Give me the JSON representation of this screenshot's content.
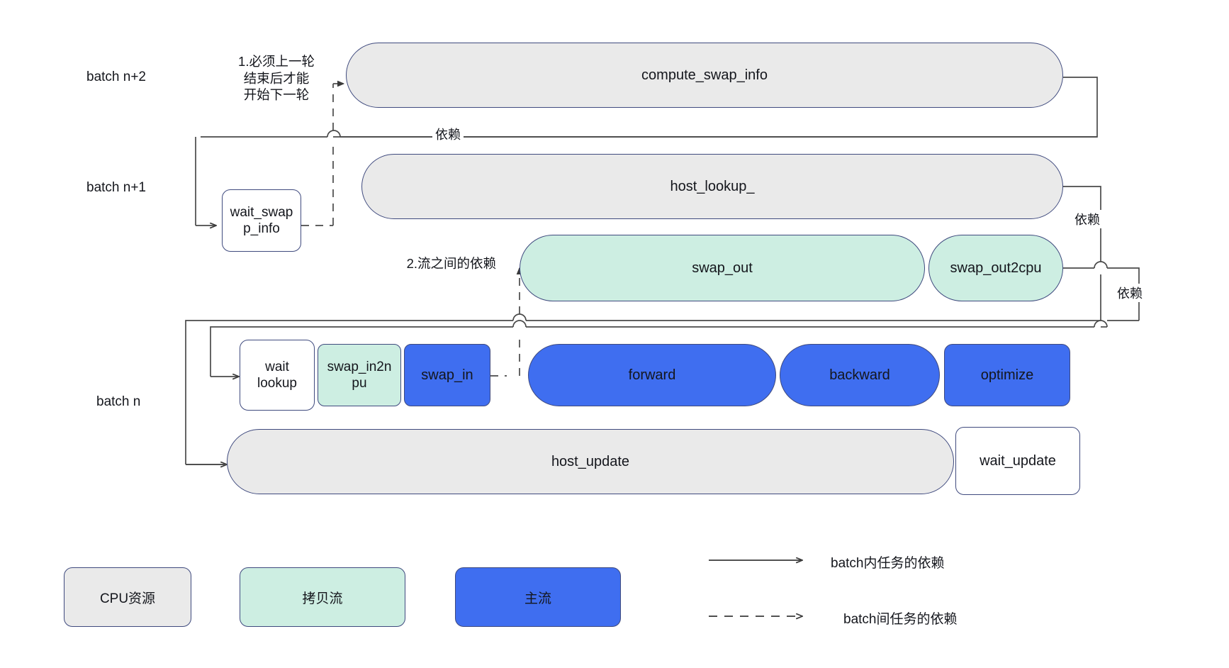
{
  "diagram": {
    "title": "batch pipeline swap scheduling diagram",
    "colors": {
      "cpu_fill": "#eaeaea",
      "copy_fill": "#cdeee2",
      "main_fill": "#3f6ef0",
      "white_fill": "#ffffff",
      "stroke": "#3f4a7e",
      "wire": "#4a4a4a",
      "text": "#14161c"
    }
  },
  "row_labels": [
    {
      "id": "batch-n-plus-2",
      "text": "batch n+2"
    },
    {
      "id": "batch-n-plus-1",
      "text": "batch n+1"
    },
    {
      "id": "batch-n",
      "text": "batch n"
    }
  ],
  "annotations": [
    {
      "id": "anno-1",
      "text": "1.必须上一轮\n结束后才能\n开始下一轮"
    },
    {
      "id": "anno-2",
      "text": "2.流之间的依赖"
    }
  ],
  "edge_labels": [
    {
      "id": "edge-dep-top",
      "text": "依赖"
    },
    {
      "id": "edge-dep-right-1",
      "text": "依赖"
    },
    {
      "id": "edge-dep-right-2",
      "text": "依赖"
    }
  ],
  "nodes": [
    {
      "id": "compute-swap-info",
      "label": "compute_swap_info",
      "stream": "cpu",
      "row": "batch n+2"
    },
    {
      "id": "wait-swap-info",
      "label": "wait_swap\np_info",
      "stream": "white",
      "row": "batch n+1"
    },
    {
      "id": "host-lookup",
      "label": "host_lookup_",
      "stream": "cpu",
      "row": "batch n+1"
    },
    {
      "id": "swap-out",
      "label": "swap_out",
      "stream": "copy",
      "row": "batch n+1"
    },
    {
      "id": "swap-out2cpu",
      "label": "swap_out2cpu",
      "stream": "copy",
      "row": "batch n+1"
    },
    {
      "id": "wait-lookup",
      "label": "wait\nlookup",
      "stream": "white",
      "row": "batch n"
    },
    {
      "id": "swap-in2npu",
      "label": "swap_in2n\npu",
      "stream": "copy",
      "row": "batch n"
    },
    {
      "id": "swap-in",
      "label": "swap_in",
      "stream": "main",
      "row": "batch n"
    },
    {
      "id": "forward",
      "label": "forward",
      "stream": "main",
      "row": "batch n"
    },
    {
      "id": "backward",
      "label": "backward",
      "stream": "main",
      "row": "batch n"
    },
    {
      "id": "optimize",
      "label": "optimize",
      "stream": "main",
      "row": "batch n"
    },
    {
      "id": "host-update",
      "label": "host_update",
      "stream": "cpu",
      "row": "batch n"
    },
    {
      "id": "wait-update",
      "label": "wait_update",
      "stream": "white",
      "row": "batch n"
    }
  ],
  "legend": {
    "swatches": [
      {
        "id": "legend-cpu",
        "label": "CPU资源",
        "stream": "cpu"
      },
      {
        "id": "legend-copy",
        "label": "拷贝流",
        "stream": "copy"
      },
      {
        "id": "legend-main",
        "label": "主流",
        "stream": "main"
      }
    ],
    "arrows": [
      {
        "id": "legend-arrow-solid",
        "style": "solid",
        "label": "batch内任务的依赖"
      },
      {
        "id": "legend-arrow-dashed",
        "style": "dashed",
        "label": "batch间任务的依赖"
      }
    ]
  }
}
